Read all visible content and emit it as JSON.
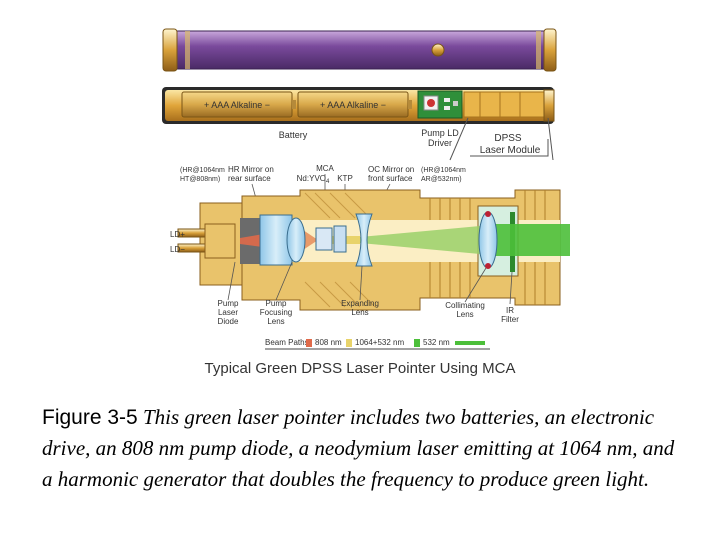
{
  "battery_labels": {
    "battery1": "+ AAA Alkaline −",
    "battery2": "+ AAA Alkaline −"
  },
  "module_labels": {
    "battery": "Battery",
    "pump_ld_driver": [
      "Pump LD",
      "Driver"
    ],
    "dpss_module": [
      "DPSS",
      "Laser Module"
    ]
  },
  "top_labels": {
    "hr_coating": [
      "(HR@1064nm",
      "HT@808nm)"
    ],
    "hr_mirror": [
      "HR Mirror on",
      "rear surface"
    ],
    "mca": "MCA",
    "ndyvo4": "Nd:YVO",
    "ndyvo4_sub": "4",
    "ktp": "KTP",
    "oc_mirror": [
      "OC Mirror on",
      "front surface"
    ],
    "oc_coating": [
      "(HR@1064nm",
      "AR@532nm)"
    ]
  },
  "side_labels": {
    "ld_plus": "LD+",
    "ld_minus": "LD−"
  },
  "bottom_labels": {
    "pump_laser_diode": [
      "Pump",
      "Laser",
      "Diode"
    ],
    "pump_focusing_lens": [
      "Pump",
      "Focusing",
      "Lens"
    ],
    "expanding_lens": [
      "Expanding",
      "Lens"
    ],
    "collimating_lens": [
      "Collimating",
      "Lens"
    ],
    "ir_filter": [
      "IR",
      "Filter"
    ]
  },
  "legend": {
    "title": "Beam Paths:",
    "items": [
      {
        "label": "808 nm",
        "color": "#e06a4a"
      },
      {
        "label": "1064+532 nm",
        "color": "#e8d36a"
      },
      {
        "label": "532 nm",
        "color": "#4cbf3a"
      }
    ]
  },
  "diagram_title": "Typical Green DPSS Laser Pointer Using MCA",
  "caption": {
    "prefix": "Figure 3-5",
    "text": " This green laser pointer includes two batteries, an electronic drive, an 808 nm pump diode, a neodymium laser emitting at 1064 nm, and a harmonic generator that doubles the frequency to produce green light."
  },
  "colors": {
    "tube": "#7a4a9c",
    "brass": "#e9b54a",
    "housing": "#e9c36b",
    "beam_808": "#e06a4a",
    "beam_1064_532": "#e8d36a",
    "beam_532": "#4cbf3a"
  }
}
